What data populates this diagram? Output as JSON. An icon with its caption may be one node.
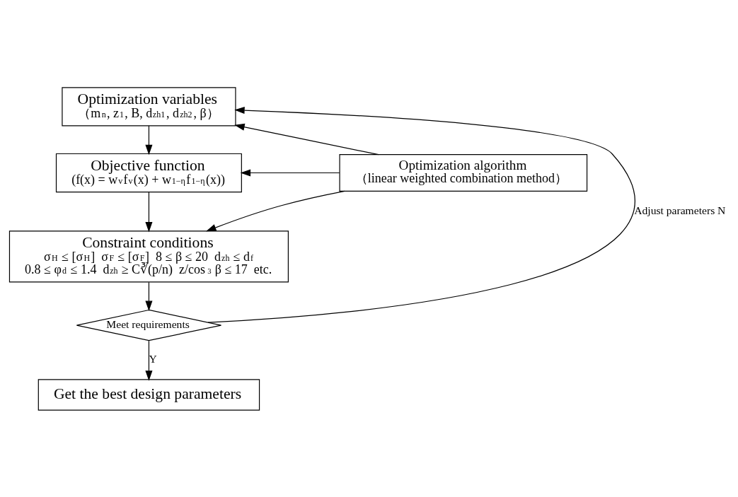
{
  "diagram": {
    "nodes": [
      {
        "text": [
          "Optimization variables",
          "（m$_{n}$, z$_{1}$, B, d$_{zh1}$, d$_{zh2}$, β）"
        ]
      },
      {
        "text": [
          "Objective function",
          "(f(x) = w$_{v}$f$_{v}$(x) + w$_{1−η}$f$_{1−η}$(x))"
        ]
      },
      {
        "text": [
          "Optimization algorithm",
          "（linear weighted combination method）"
        ]
      },
      {
        "text": [
          "Constraint conditions",
          "σ$_{H}$ ≤ [σ$_{H}$]  σ$_{F}$ ≤ [σ$_{F}$]  8 ≤ β ≤ 20  d$_{zh}$ ≤ d$_{f}$",
          "0.8 ≤ φ$_{d}$ ≤ 1.4  d$_{zh}$ ≥ C∛(p/n)  z/cos$^{3}$ β ≤ 17  etc."
        ]
      },
      {
        "text": [
          "Meet requirements"
        ]
      },
      {
        "text": [
          "Get the best design parameters"
        ]
      }
    ],
    "edges": [
      {
        "from": 0,
        "to": 1,
        "arrow": "to"
      },
      {
        "from": 2,
        "to": 1,
        "arrow": "to"
      },
      {
        "from": 2,
        "to": 0,
        "arrow": "to"
      },
      {
        "from": 2,
        "to": 3,
        "arrow": "to"
      },
      {
        "from": 1,
        "to": 3,
        "arrow": "to"
      },
      {
        "from": 3,
        "to": 4,
        "arrow": "to"
      },
      {
        "from": 4,
        "to": 5,
        "arrow": "to",
        "label": "Y"
      },
      {
        "from": 4,
        "to": 0,
        "arrow": "to",
        "label": "Adjust parameters N"
      }
    ]
  }
}
